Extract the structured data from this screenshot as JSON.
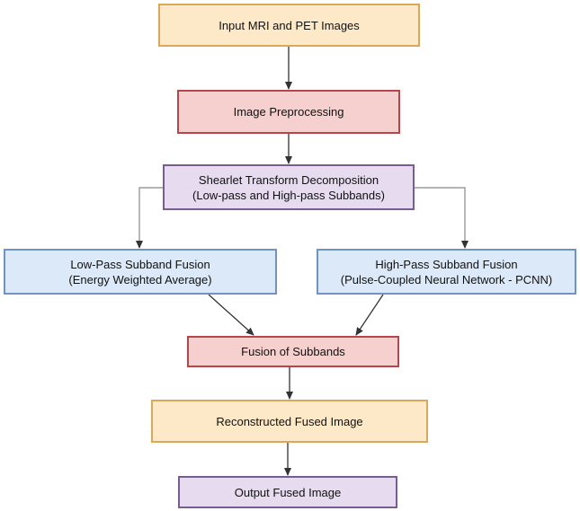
{
  "colors": {
    "orange_fill": "#fde9c8",
    "orange_border": "#d9a85a",
    "red_fill": "#f6cfcf",
    "red_border": "#b5464b",
    "purple_fill": "#e6dbef",
    "purple_border": "#7a5c92",
    "blue_fill": "#dce9f8",
    "blue_border": "#6f93c2",
    "arrow": "#333333"
  },
  "nodes": {
    "input": {
      "line1": "Input MRI and PET Images"
    },
    "preprocessing": {
      "line1": "Image Preprocessing"
    },
    "shearlet": {
      "line1": "Shearlet Transform Decomposition",
      "line2": "(Low-pass and High-pass Subbands)"
    },
    "lowpass": {
      "line1": "Low-Pass Subband Fusion",
      "line2": "(Energy Weighted Average)"
    },
    "highpass": {
      "line1": "High-Pass Subband Fusion",
      "line2": "(Pulse-Coupled Neural Network - PCNN)"
    },
    "fusion": {
      "line1": "Fusion of Subbands"
    },
    "reconstructed": {
      "line1": "Reconstructed Fused Image"
    },
    "output": {
      "line1": "Output Fused Image"
    }
  }
}
